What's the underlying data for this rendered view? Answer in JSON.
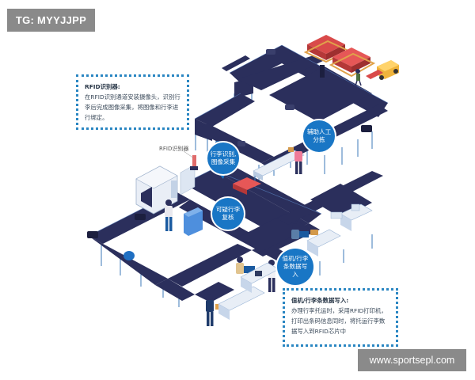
{
  "watermark_tag": "TG: MYYJJPP",
  "site_url": "www.sportsepl.com",
  "notes": [
    {
      "title": "RFID识别器:",
      "body": "在RFID识别通道安装摄像头，识别行李后完成图像采集，将图像和行李进行绑定。"
    },
    {
      "title": "值机/行李条数据写入:",
      "body": "办理行李托运时，采用RFID打印机，打印出条码信息同时，将托运行李数据写入到RFID芯片中"
    }
  ],
  "reader_label": "RFID识别器",
  "bubbles": [
    {
      "text": "行李识别,图像采集"
    },
    {
      "text": "辅助人工分拣"
    },
    {
      "text": "可疑行李复核"
    },
    {
      "text": "值机/行李条数据写入"
    }
  ],
  "colors": {
    "belt": "#2b2f5c",
    "support": "#3c7ab8",
    "bubble": "#1976c5",
    "note_border": "#2a86c2",
    "tag_bg": "#8a8a8a"
  }
}
